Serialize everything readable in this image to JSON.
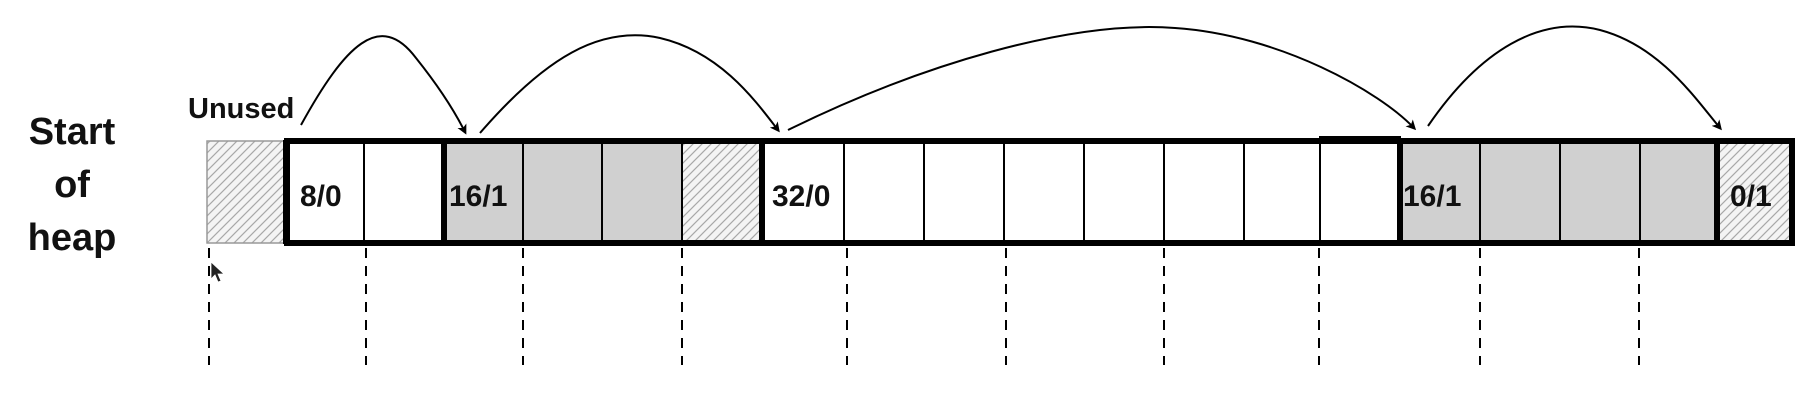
{
  "title_lines": [
    "Start",
    "of",
    "heap"
  ],
  "unused_label": "Unused",
  "blocks": [
    {
      "label": "8/0",
      "allocated": false,
      "words": 2
    },
    {
      "label": "16/1",
      "allocated": true,
      "words": 4
    },
    {
      "label": "32/0",
      "allocated": false,
      "words": 8
    },
    {
      "label": "16/1",
      "allocated": true,
      "words": 4
    },
    {
      "label": "0/1",
      "allocated": true,
      "words": 1
    }
  ],
  "colors": {
    "allocated_fill": "#d0d0d0",
    "free_fill": "#ffffff",
    "hatch": "#a8a8a8",
    "stroke": "#000000"
  }
}
